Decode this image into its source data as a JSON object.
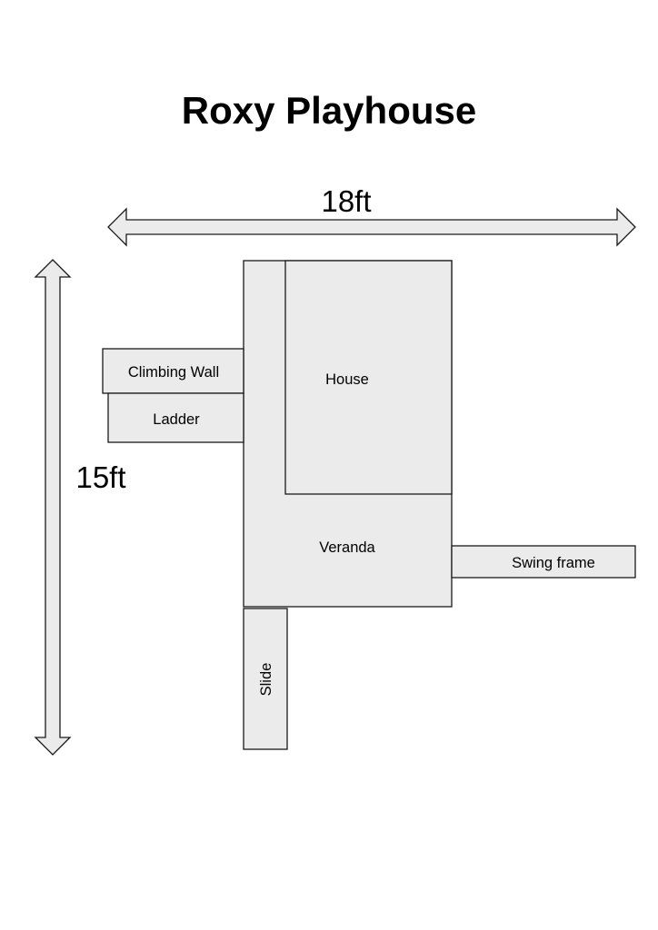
{
  "title": "Roxy Playhouse",
  "dimensions": {
    "width_label": "18ft",
    "height_label": "15ft"
  },
  "areas": {
    "house": "House",
    "veranda": "Veranda",
    "climbing_wall": "Climbing Wall",
    "ladder": "Ladder",
    "swing_frame": "Swing frame",
    "slide": "Slide"
  },
  "colors": {
    "fill": "#ebebeb",
    "stroke": "#1a1a1a",
    "text": "#000000"
  }
}
